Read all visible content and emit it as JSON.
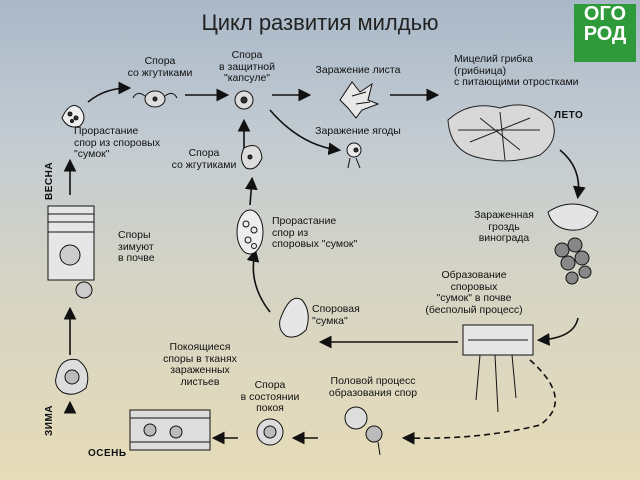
{
  "title": "Цикл развития милдью",
  "logo": {
    "line1": "ОГО",
    "line2": "РОД"
  },
  "seasons": {
    "spring": "ВЕСНА",
    "summer": "ЛЕТО",
    "winter": "ЗИМА",
    "autumn": "ОСЕНЬ"
  },
  "labels": {
    "germination_top": "Прорастание\nспор из споровых\n\"сумок\"",
    "spore_flagella_top": "Спора\nсо жгутиками",
    "spore_capsule": "Спора\nв защитной\n\"капсуле\"",
    "leaf_infection": "Заражение листа",
    "mycelium": "Мицелий грибка\n(грибница)\nс питающими отростками",
    "berry_infection": "Заражение ягоды",
    "spore_flagella_mid": "Спора\nсо жгутиками",
    "germination_mid": "Прорастание\nспор из\nспоровых \"сумок\"",
    "infected_bunch": "Зараженная\nгроздь\nвинограда",
    "spores_winter_soil": "Споры\nзимуют\nв почве",
    "spore_sac_formation": "Образование\nспоровых\n\"сумок\" в почве\n(бесполый процесс)",
    "spore_sac": "Споровая\n\"сумка\"",
    "resting_spores": "Покоящиеся\nспоры в тканях\nзараженных\nлистьев",
    "dormant_spore": "Спора\nв состоянии\nпокоя",
    "sexual_process": "Половой процесс\nобразования спор"
  }
}
